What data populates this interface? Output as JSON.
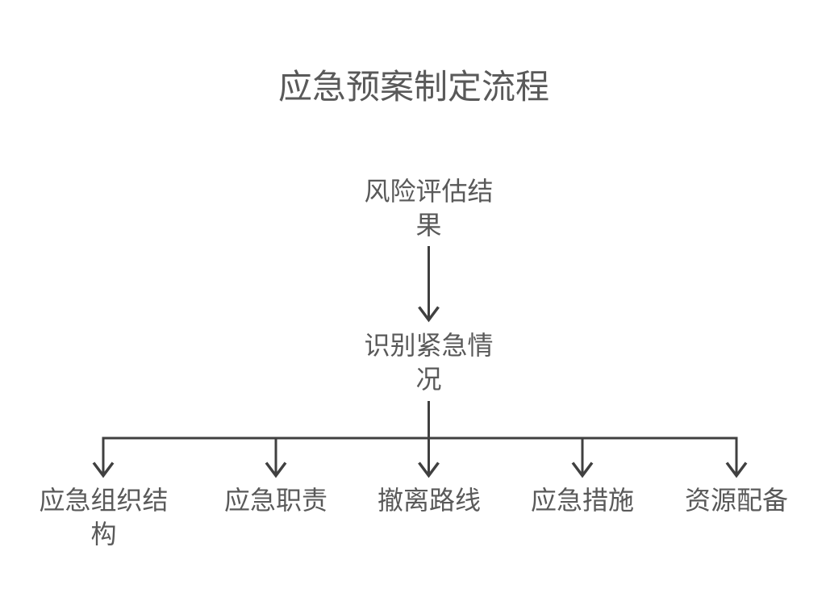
{
  "diagram": {
    "title": "应急预案制定流程",
    "nodes": {
      "root": {
        "label": "风险评估结果"
      },
      "decision": {
        "label": "识别紧急情况"
      },
      "children": [
        {
          "label": "应急组织结构"
        },
        {
          "label": "应急职责"
        },
        {
          "label": "撤离路线"
        },
        {
          "label": "应急措施"
        },
        {
          "label": "资源配备"
        }
      ]
    },
    "icons": {
      "arrow_down": "arrow-down-icon"
    },
    "colors": {
      "text": "#595959",
      "line": "#404040",
      "background": "#ffffff"
    }
  }
}
